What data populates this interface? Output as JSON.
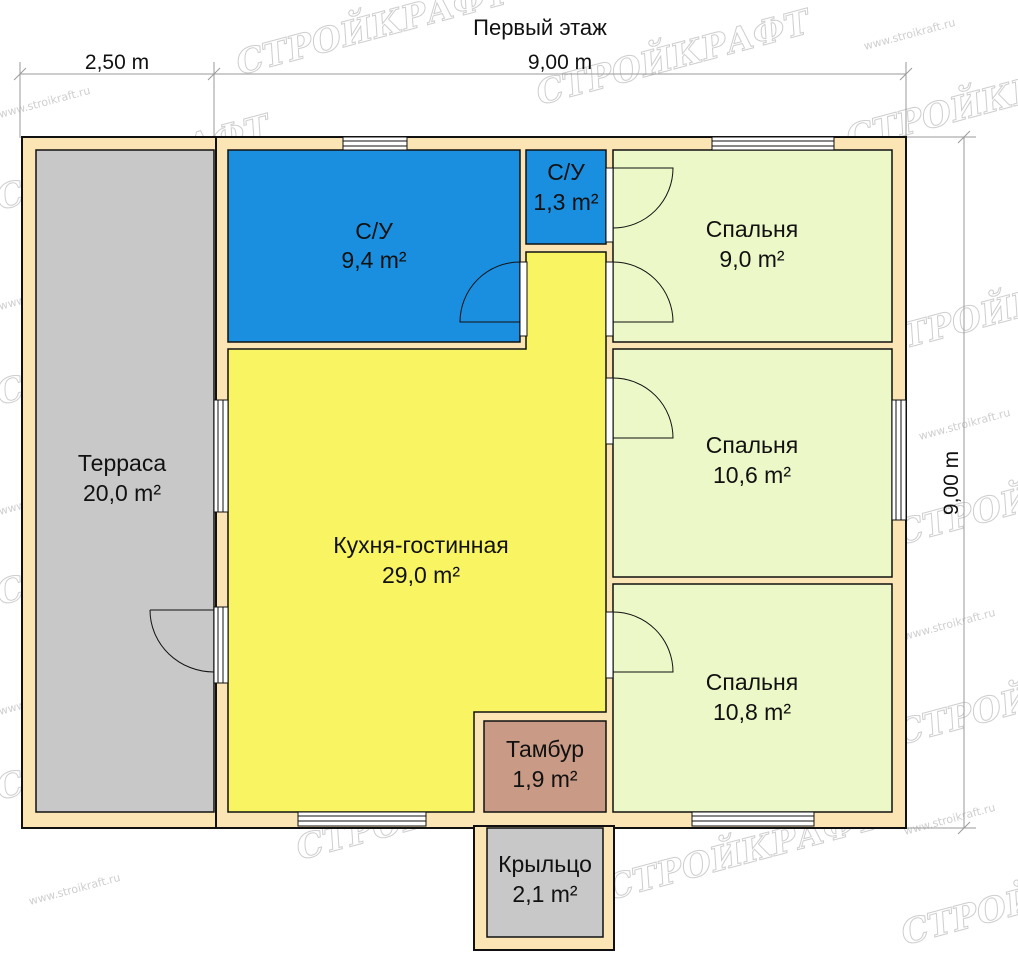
{
  "title": "Первый этаж",
  "dimensions": {
    "top_left": "2,50 m",
    "top_right": "9,00 m",
    "right_side": "9,00 m"
  },
  "rooms": [
    {
      "name": "С/У",
      "area": "9,4 m²",
      "color": "#1a8fe0"
    },
    {
      "name": "С/У",
      "area": "1,3 m²",
      "color": "#1a8fe0"
    },
    {
      "name": "Спальня",
      "area": "9,0 m²",
      "color": "#ecf8c8"
    },
    {
      "name": "Спальня",
      "area": "10,6 m²",
      "color": "#ecf8c8"
    },
    {
      "name": "Спальня",
      "area": "10,8 m²",
      "color": "#ecf8c8"
    },
    {
      "name": "Терраса",
      "area": "20,0 m²",
      "color": "#c8c8c8"
    },
    {
      "name": "Кухня-гостинная",
      "area": "29,0 m²",
      "color": "#f8f462"
    },
    {
      "name": "Тамбур",
      "area": "1,9 m²",
      "color": "#c99a86"
    },
    {
      "name": "Крыльцо",
      "area": "2,1 m²",
      "color": "#c8c8c8"
    }
  ],
  "colors": {
    "wall": "#fbe5b4",
    "outline": "#111111"
  },
  "watermark": {
    "logo": "СТРОЙКРАФТ",
    "url": "www.stroikraft.ru"
  }
}
